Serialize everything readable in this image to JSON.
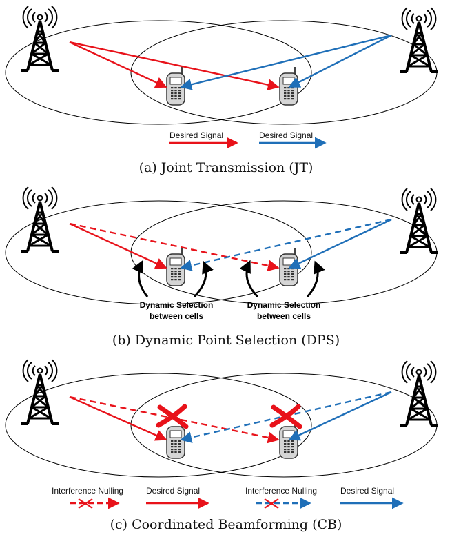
{
  "colors": {
    "red": "#e8121a",
    "blue": "#1f6fb8",
    "black": "#000000"
  },
  "icons": {
    "tower": "cell-tower-icon",
    "phone": "mobile-phone-icon",
    "cross": "red-x-icon"
  },
  "panel_a": {
    "caption": "(a) Joint Transmission (JT)",
    "legend_red": "Desired Signal",
    "legend_blue": "Desired Signal"
  },
  "panel_b": {
    "caption": "(b) Dynamic Point Selection (DPS)",
    "note_left_line1": "Dynamic Selection",
    "note_left_line2": "between cells",
    "note_right_line1": "Dynamic Selection",
    "note_right_line2": "between cells"
  },
  "panel_c": {
    "caption": "(c) Coordinated Beamforming (CB)",
    "legend_interf_red": "Interference Nulling",
    "legend_desired_red": "Desired Signal",
    "legend_interf_blue": "Interference Nulling",
    "legend_desired_blue": "Desired Signal"
  }
}
